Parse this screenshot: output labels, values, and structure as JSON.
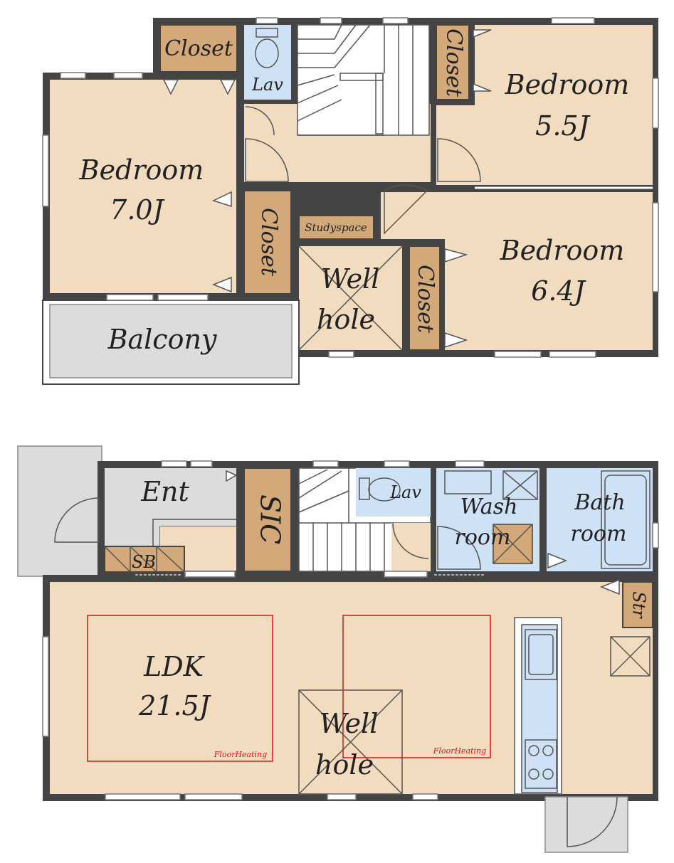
{
  "second_floor": {
    "closet_top": "Closet",
    "lav": "Lav",
    "closet_mid": "Closet",
    "bedroom_a": {
      "label": "Bedroom",
      "size": "5.5J"
    },
    "bedroom_b": {
      "label": "Bedroom",
      "size": "7.0J"
    },
    "closet_b": "Closet",
    "studyspace": "Studyspace",
    "well_hole": {
      "line1": "Well",
      "line2": "hole"
    },
    "closet_c": "Closet",
    "bedroom_c": {
      "label": "Bedroom",
      "size": "6.4J"
    },
    "balcony": "Balcony"
  },
  "first_floor": {
    "entrance": "Ent",
    "sic": "SIC",
    "shoe_box": "SB",
    "lav": "Lav",
    "wash_room": {
      "line1": "Wash",
      "line2": "room"
    },
    "bath_room": {
      "line1": "Bath",
      "line2": "room"
    },
    "storage": "Str",
    "ldk": {
      "label": "LDK",
      "size": "21.5J"
    },
    "well_hole": {
      "line1": "Well",
      "line2": "hole"
    },
    "floor_heating_1": "FloorHeating",
    "floor_heating_2": "FloorHeating"
  }
}
